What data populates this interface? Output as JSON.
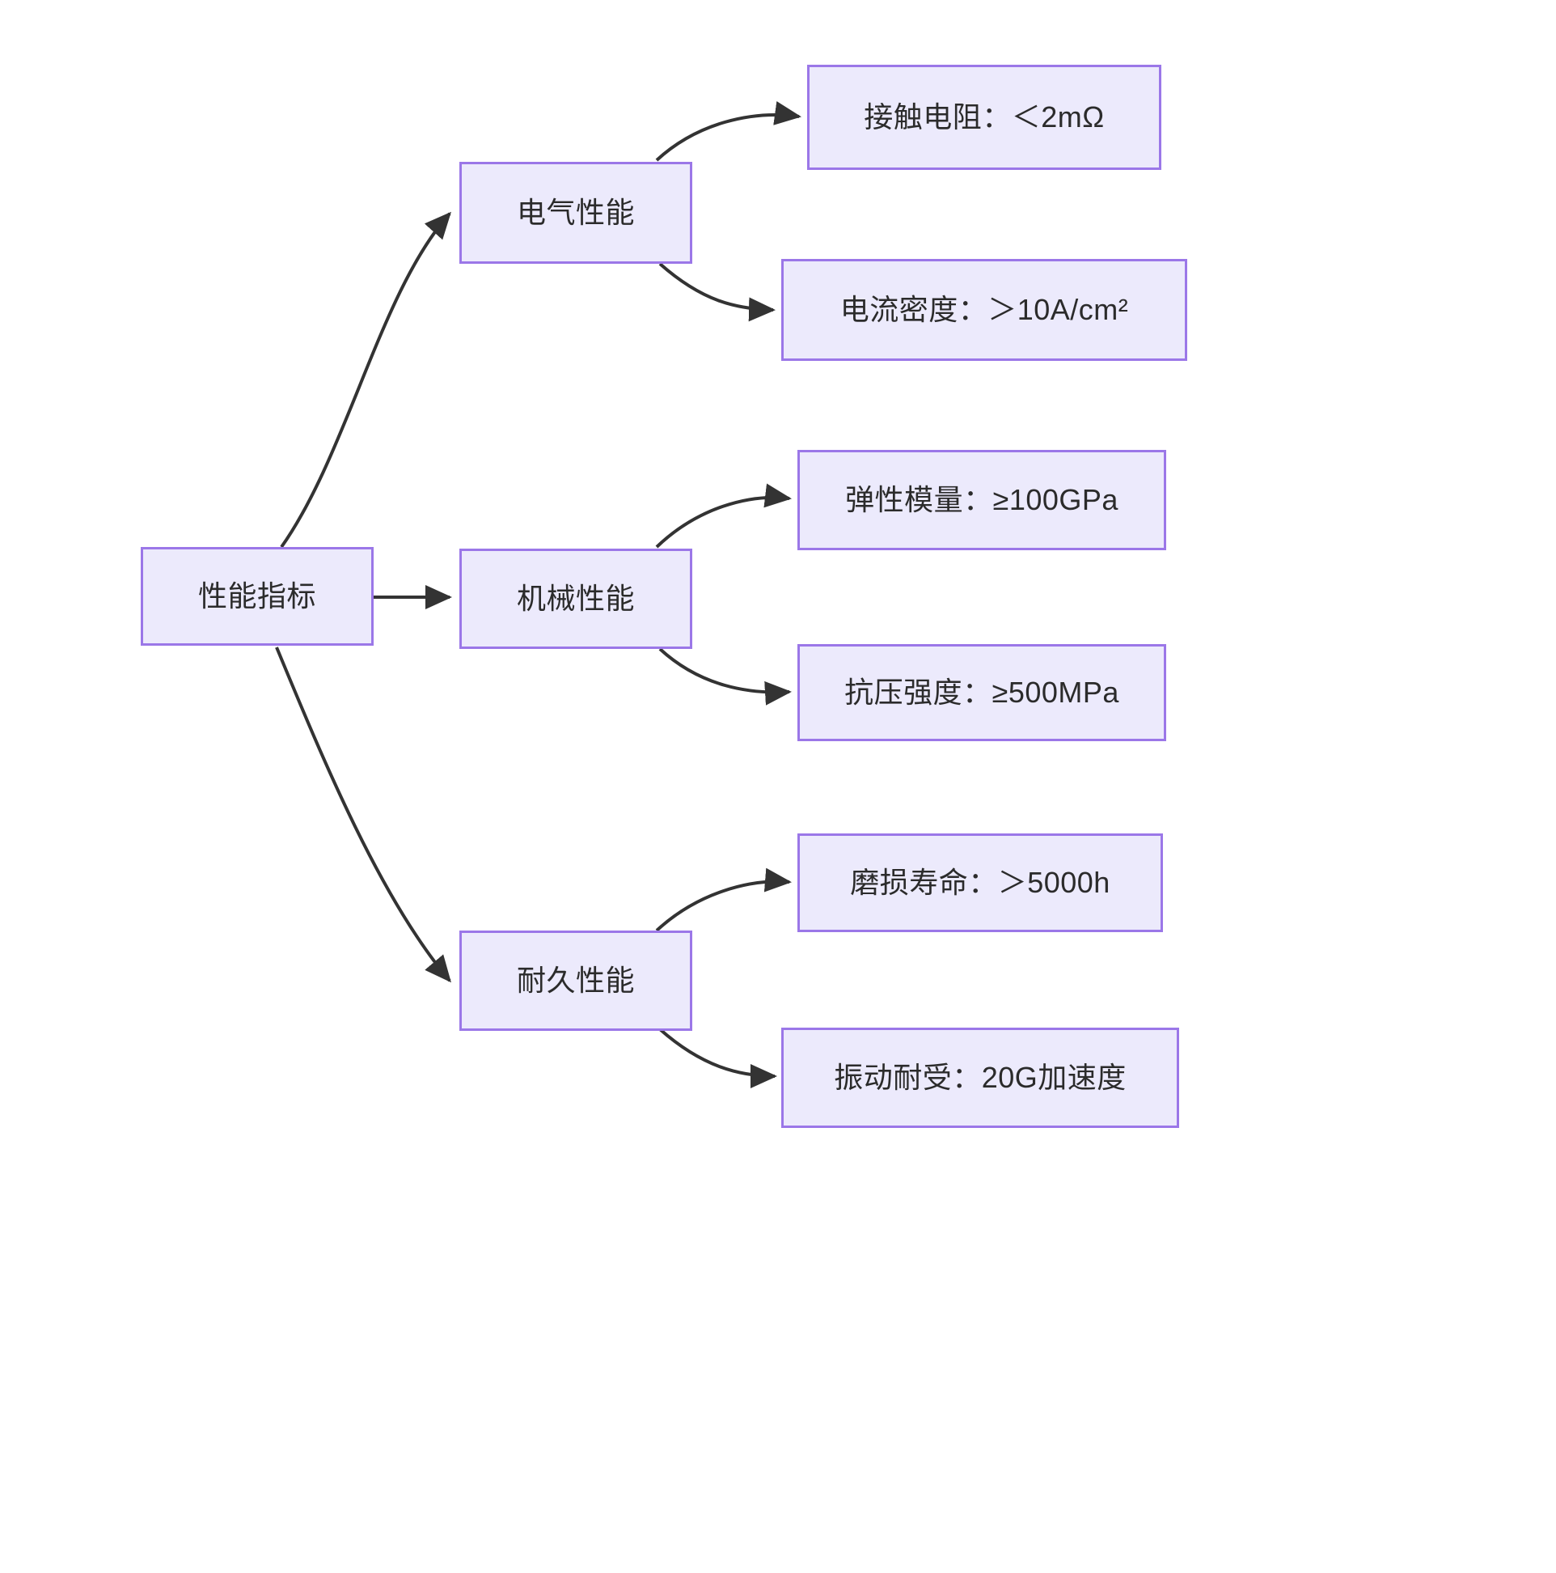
{
  "diagram": {
    "title": "性能指标",
    "background_color": "#ffffff",
    "node_fill": "#ECEAFC",
    "node_border": "#9B77E8",
    "edge_color": "#333333",
    "text_color": "#2b2b2b",
    "root": {
      "label": "性能指标"
    },
    "branches": [
      {
        "label": "电气性能",
        "leaves": [
          {
            "label": "接触电阻：＜2mΩ"
          },
          {
            "label": "电流密度：＞10A/cm²"
          }
        ]
      },
      {
        "label": "机械性能",
        "leaves": [
          {
            "label": "弹性模量：≥100GPa"
          },
          {
            "label": "抗压强度：≥500MPa"
          }
        ]
      },
      {
        "label": "耐久性能",
        "leaves": [
          {
            "label": "磨损寿命：＞5000h"
          },
          {
            "label": "振动耐受：20G加速度"
          }
        ]
      }
    ]
  }
}
